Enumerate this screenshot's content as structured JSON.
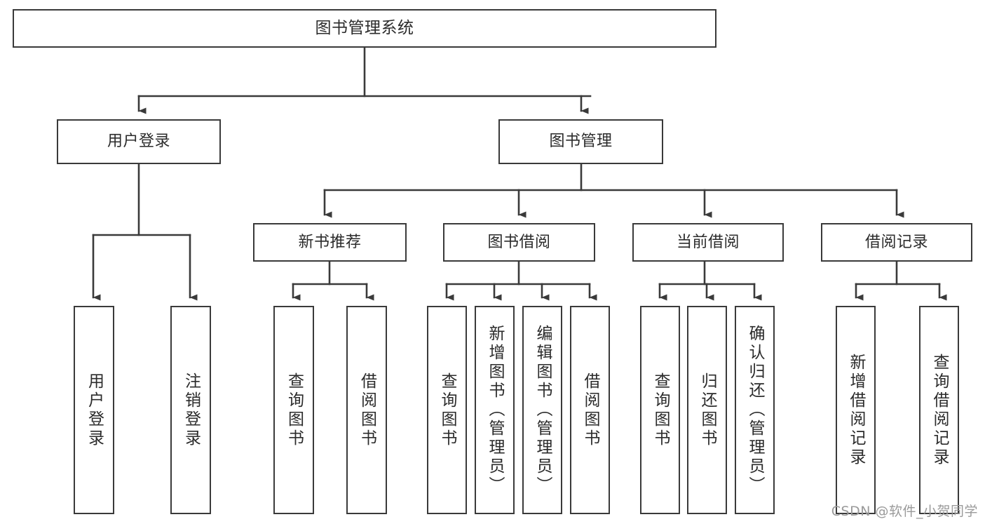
{
  "diagram": {
    "title": "图书管理系统",
    "type": "tree",
    "theme": {
      "stroke": "#3a3a3a",
      "fill": "#ffffff",
      "text": "#2b2b2b",
      "watermark_color": "#9a9a9a"
    },
    "nodes": {
      "root": {
        "label": "图书管理系统"
      },
      "l2": [
        {
          "id": "user-login",
          "label": "用户登录"
        },
        {
          "id": "book-manage",
          "label": "图书管理"
        }
      ],
      "l3": [
        {
          "id": "new-book-recommend",
          "label": "新书推荐"
        },
        {
          "id": "book-borrow",
          "label": "图书借阅"
        },
        {
          "id": "current-borrow",
          "label": "当前借阅"
        },
        {
          "id": "borrow-record",
          "label": "借阅记录"
        }
      ],
      "leaves": {
        "user-login": [
          {
            "id": "leaf-user-login",
            "label": "用户登录"
          },
          {
            "id": "leaf-logout",
            "label": "注销登录"
          }
        ],
        "new-book-recommend": [
          {
            "id": "leaf-query-book-1",
            "label": "查询图书"
          },
          {
            "id": "leaf-borrow-book-1",
            "label": "借阅图书"
          }
        ],
        "book-borrow": [
          {
            "id": "leaf-query-book-2",
            "label": "查询图书"
          },
          {
            "id": "leaf-add-book",
            "label": "新增图书（管理员）"
          },
          {
            "id": "leaf-edit-book",
            "label": "编辑图书（管理员）"
          },
          {
            "id": "leaf-borrow-book-2",
            "label": "借阅图书"
          }
        ],
        "current-borrow": [
          {
            "id": "leaf-query-book-3",
            "label": "查询图书"
          },
          {
            "id": "leaf-return-book",
            "label": "归还图书"
          },
          {
            "id": "leaf-confirm-return",
            "label": "确认归还（管理员）"
          }
        ],
        "borrow-record": [
          {
            "id": "leaf-add-record",
            "label": "新增借阅记录"
          },
          {
            "id": "leaf-query-record",
            "label": "查询借阅记录"
          }
        ]
      }
    },
    "watermark": "CSDN @软件_小贺同学"
  }
}
